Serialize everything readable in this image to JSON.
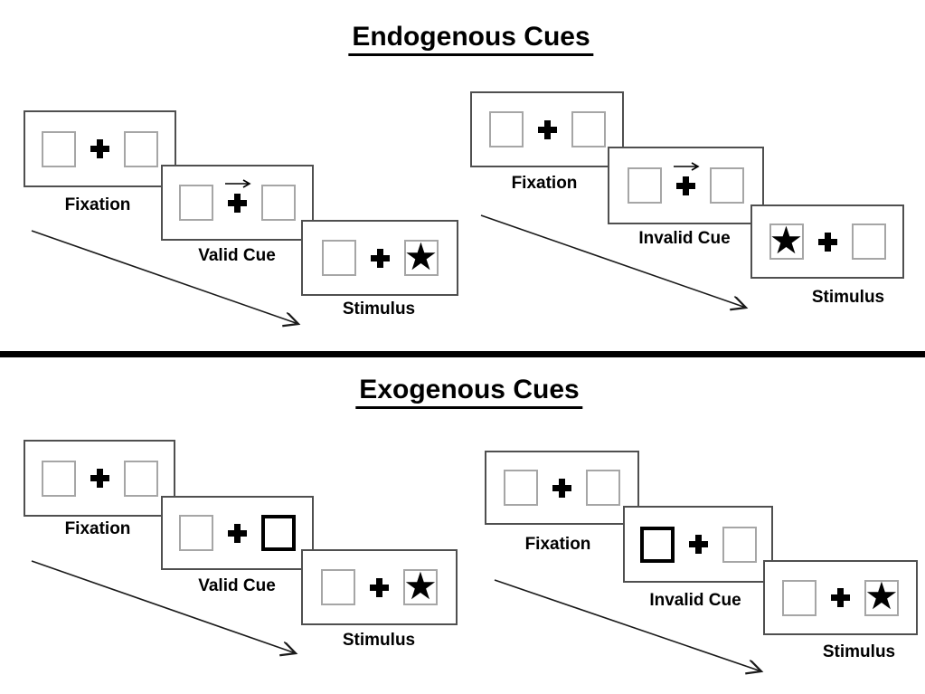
{
  "colors": {
    "background": "#ffffff",
    "panel_border": "#4f4f4f",
    "box_border": "#a6a6a6",
    "cue_box_border": "#000000",
    "symbol": "#000000",
    "timeline_arrow": "#1a1a1a",
    "divider": "#000000"
  },
  "icons": {
    "star_glyph": "★"
  },
  "sections": [
    {
      "title": "Endogenous Cues",
      "groups": [
        {
          "condition": "Valid",
          "cue_type": "central-arrow",
          "cue_direction": "right",
          "target_side": "right",
          "panels": [
            {
              "label": "Fixation"
            },
            {
              "label": "Valid Cue"
            },
            {
              "label": "Stimulus"
            }
          ]
        },
        {
          "condition": "Invalid",
          "cue_type": "central-arrow",
          "cue_direction": "right",
          "target_side": "left",
          "panels": [
            {
              "label": "Fixation"
            },
            {
              "label": "Invalid Cue"
            },
            {
              "label": "Stimulus"
            }
          ]
        }
      ]
    },
    {
      "title": "Exogenous Cues",
      "groups": [
        {
          "condition": "Valid",
          "cue_type": "peripheral-box",
          "cue_side": "right",
          "target_side": "right",
          "panels": [
            {
              "label": "Fixation"
            },
            {
              "label": "Valid Cue"
            },
            {
              "label": "Stimulus"
            }
          ]
        },
        {
          "condition": "Invalid",
          "cue_type": "peripheral-box",
          "cue_side": "left",
          "target_side": "right",
          "panels": [
            {
              "label": "Fixation"
            },
            {
              "label": "Invalid Cue"
            },
            {
              "label": "Stimulus"
            }
          ]
        }
      ]
    }
  ]
}
